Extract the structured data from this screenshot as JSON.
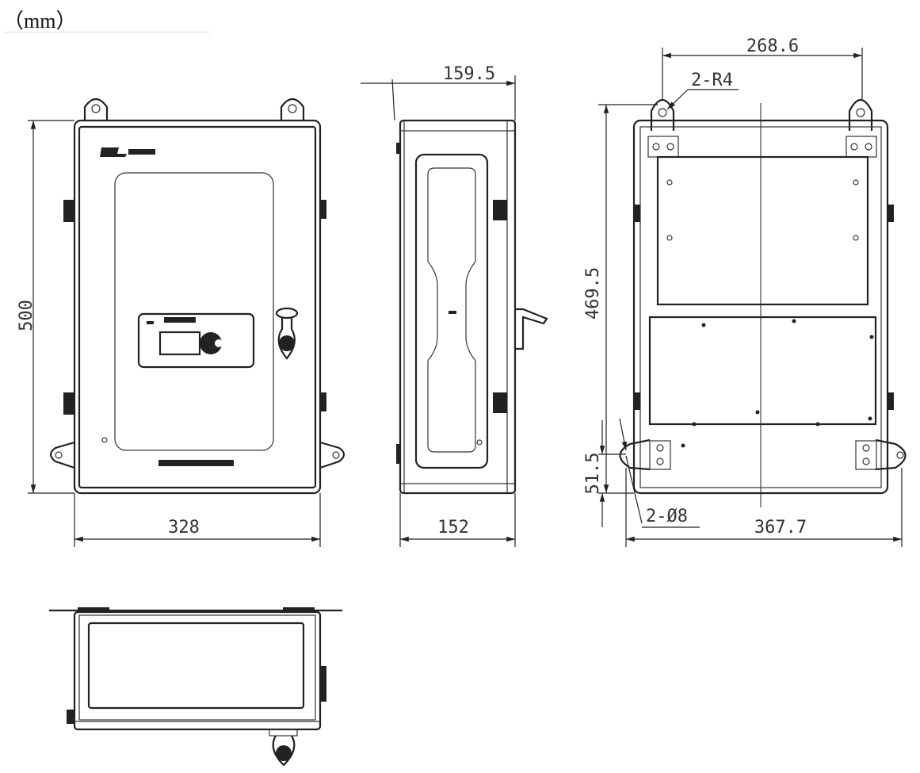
{
  "unit_label": "（mm）",
  "front_view": {
    "height_dim": "500",
    "width_dim": "328"
  },
  "side_view": {
    "top_depth_dim": "159.5",
    "bottom_depth_dim": "152"
  },
  "back_view": {
    "ear_spacing_dim": "268.6",
    "ear_radius_note": "2-R4",
    "ear_height_dim": "469.5",
    "bottom_ear_offset_dim": "51.5",
    "hole_note": "2-Ø8",
    "overall_width_dim": "367.7"
  }
}
